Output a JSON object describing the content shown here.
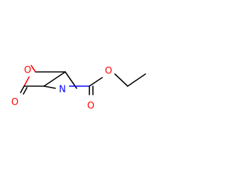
{
  "molecule": {
    "atoms": {
      "ring_oxygen": "O",
      "carbonyl_oxygen": "O",
      "aziridine_nitrogen": "N",
      "carbamate_carbonyl_oxygen": "O",
      "ester_oxygen": "O"
    },
    "colors": {
      "bond": "#000000",
      "oxygen": "#ff0000",
      "nitrogen": "#0000ff",
      "background": "#ffffff"
    }
  }
}
